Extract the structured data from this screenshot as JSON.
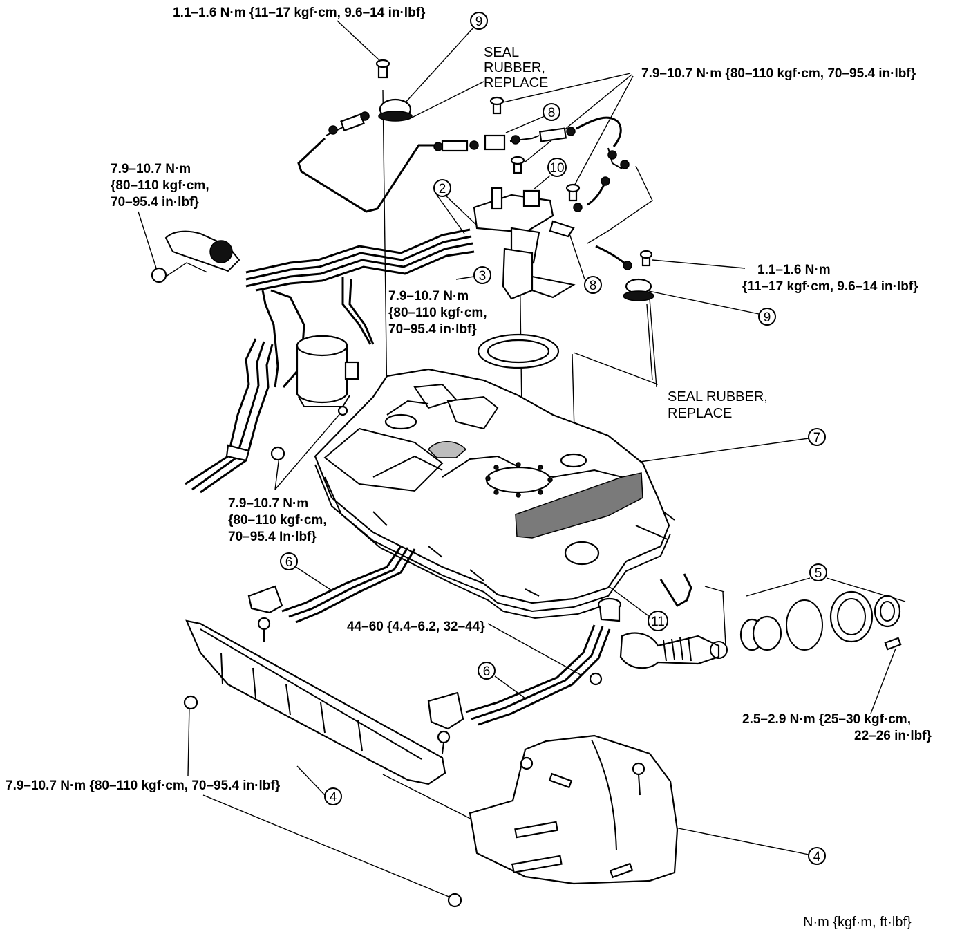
{
  "torque_labels": {
    "t_top": "1.1–1.6 N·m {11–17 kgf·cm, 9.6–14 in·lbf}",
    "t_top_right": "7.9–10.7 N·m {80–110 kgf·cm, 70–95.4 in·lbf}",
    "t_left_1": "7.9–10.7 N·m",
    "t_left_2": "{80–110 kgf·cm,",
    "t_left_3": "70–95.4 in·lbf}",
    "t_center_1": "7.9–10.7 N·m",
    "t_center_2": "{80–110  kgf·cm,",
    "t_center_3": "70–95.4 in·lbf}",
    "t_right_1": "1.1–1.6 N·m",
    "t_right_2": "{11–17 kgf·cm, 9.6–14 in·lbf}",
    "t_lower_1": "7.9–10.7 N·m",
    "t_lower_2": "{80–110 kgf·cm,",
    "t_lower_3": "70–95.4 In·lbf}",
    "t_mid": "44–60 {4.4–6.2, 32–44}",
    "t_cap_1": "2.5–2.9 N·m {25–30 kgf·cm,",
    "t_cap_2": "22–26 in·lbf}",
    "t_bottom_left": "7.9–10.7 N·m {80–110 kgf·cm, 70–95.4 in·lbf}"
  },
  "notes": {
    "seal_top_1": "SEAL",
    "seal_top_2": "RUBBER,",
    "seal_top_3": "REPLACE",
    "seal_right_1": "SEAL RUBBER,",
    "seal_right_2": "REPLACE"
  },
  "callouts": {
    "n9": "9",
    "n8": "8",
    "n10": "10",
    "n2": "2",
    "n3": "3",
    "n7": "7",
    "n6": "6",
    "n5": "5",
    "n11": "11",
    "n4": "4"
  },
  "units_caption": "N·m  {kgf·m,  ft·lbf}"
}
